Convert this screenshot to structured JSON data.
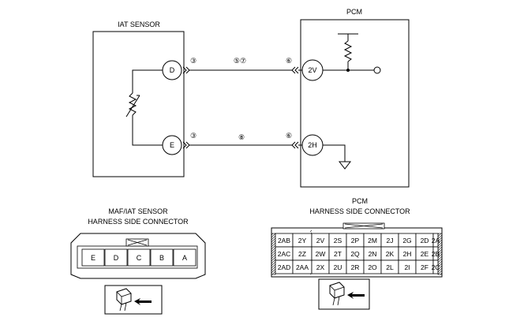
{
  "iat_sensor": {
    "title": "IAT SENSOR",
    "terminal_d": "D",
    "terminal_e": "E"
  },
  "pcm": {
    "title": "PCM",
    "terminal_2v": "2V",
    "terminal_2h": "2H"
  },
  "wiring": {
    "d_sensor_marker": "③",
    "d_middle_markers": "⑤⑦",
    "d_pcm_marker": "⑥",
    "e_sensor_marker": "③",
    "e_middle_marker": "⑧",
    "e_pcm_marker": "⑥"
  },
  "maf_connector": {
    "title_line1": "MAF/IAT SENSOR",
    "title_line2": "HARNESS SIDE CONNECTOR",
    "pins": [
      "E",
      "D",
      "C",
      "B",
      "A"
    ]
  },
  "pcm_connector": {
    "title_line1": "PCM",
    "title_line2": "HARNESS SIDE CONNECTOR",
    "rows": [
      [
        "2AB",
        "2Y",
        "2V",
        "2S",
        "2P",
        "2M",
        "2J",
        "2G",
        "2D",
        "2A"
      ],
      [
        "2AC",
        "2Z",
        "2W",
        "2T",
        "2Q",
        "2N",
        "2K",
        "2H",
        "2E",
        "2B"
      ],
      [
        "2AD",
        "2AA",
        "2X",
        "2U",
        "2R",
        "2O",
        "2L",
        "2I",
        "2F",
        "2C"
      ]
    ]
  }
}
